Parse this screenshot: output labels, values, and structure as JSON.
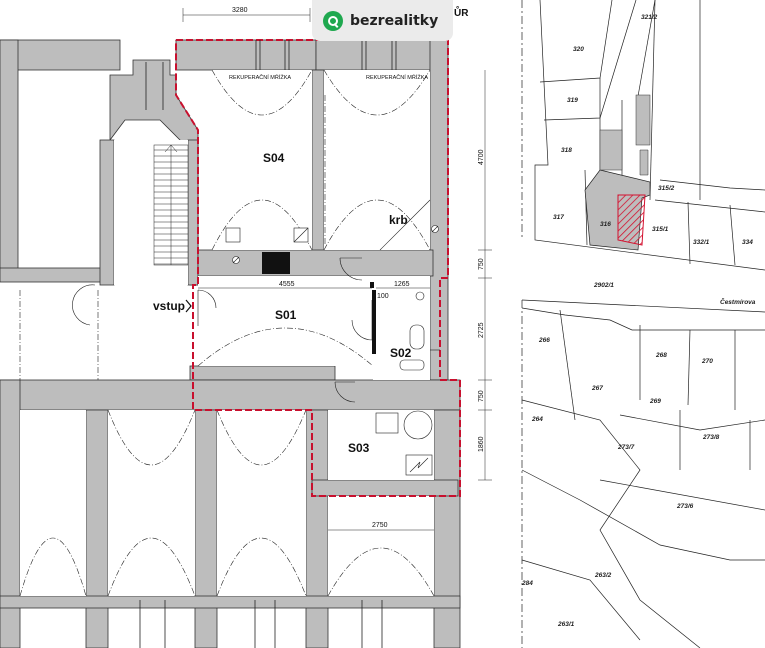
{
  "brand": {
    "name": "bezrealitky",
    "icon": "map-pin-icon",
    "color": "#1fa84f"
  },
  "header_fragment": "ŮR",
  "floorplan": {
    "rooms": [
      "S04",
      "S01",
      "S02",
      "S03"
    ],
    "labels": {
      "entrance": "vstup",
      "fireplace": "krb",
      "vent_left": "REKUPERAČNÍ MŘÍŽKA",
      "vent_right": "REKUPERAČNÍ MŘÍŽKA"
    },
    "dimensions": {
      "top": "3280",
      "right_1": "4700",
      "right_2": "750",
      "right_3": "2725",
      "right_4": "750",
      "right_5": "1860",
      "s01_width": "4555",
      "s02_width": "1265",
      "door_gap": "100",
      "bottom": "2750"
    }
  },
  "cadastral_map": {
    "parcels": [
      "320",
      "321/2",
      "319",
      "318",
      "317",
      "316",
      "315/2",
      "315/1",
      "332/1",
      "334",
      "2902/1",
      "266",
      "268",
      "270",
      "267",
      "269",
      "264",
      "273/7",
      "273/8",
      "273/6",
      "284",
      "263/2",
      "263/1"
    ],
    "street": "Čestmírova",
    "highlight_color": "#c8102e"
  }
}
